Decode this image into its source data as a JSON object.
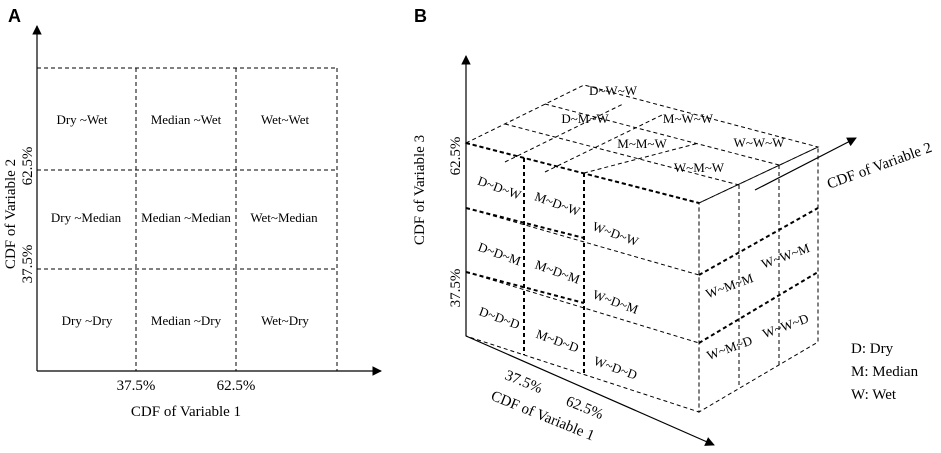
{
  "panel_a": {
    "label": "A",
    "x_axis_label": "CDF of Variable 1",
    "y_axis_label": "CDF of  Variable 2",
    "x_ticks": [
      "37.5%",
      "62.5%"
    ],
    "y_ticks": [
      "37.5%",
      "62.5%"
    ],
    "grid": [
      [
        "Dry ~Wet",
        "Median ~Wet",
        "Wet~Wet"
      ],
      [
        "Dry ~Median",
        "Median ~Median",
        "Wet~Median"
      ],
      [
        "Dry ~Dry",
        "Median ~Dry",
        "Wet~Dry"
      ]
    ]
  },
  "panel_b": {
    "label": "B",
    "axis1_label": "CDF of Variable 1",
    "axis2_label": "CDF of Variable 2",
    "axis3_label": "CDF of  Variable 3",
    "axis1_ticks": [
      "37.5%",
      "62.5%"
    ],
    "axis3_ticks": [
      "37.5%",
      "62.5%"
    ],
    "top_labels": [
      "D~W~W",
      "D~M~W",
      "M~W~W",
      "M~M~W",
      "W~W~W",
      "W~M~W"
    ],
    "front_labels": [
      "D~D~W",
      "M~D~W",
      "W~D~W",
      "D~D~M",
      "M~D~M",
      "W~D~M",
      "D~D~D",
      "M~D~D",
      "W~D~D"
    ],
    "side_labels": [
      "W~M~M",
      "W~W~M",
      "W~M~D",
      "W~W~D"
    ],
    "legend": [
      "D: Dry",
      "M: Median",
      "W: Wet"
    ]
  }
}
